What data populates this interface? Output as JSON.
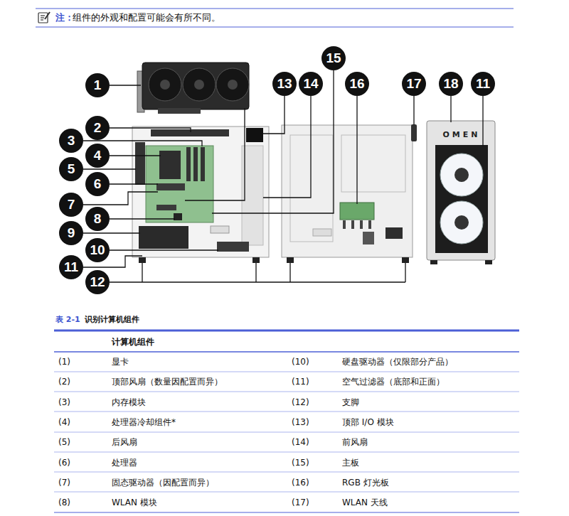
{
  "diagram": {
    "caption": "识别计算机组件",
    "nodes": [
      {
        "text": [
          "1"
        ]
      },
      {
        "text": [
          "2"
        ]
      },
      {
        "text": [
          "3"
        ]
      },
      {
        "text": [
          "4"
        ]
      },
      {
        "text": [
          "5"
        ]
      },
      {
        "text": [
          "6"
        ]
      },
      {
        "text": [
          "7"
        ]
      },
      {
        "text": [
          "8"
        ]
      },
      {
        "text": [
          "9"
        ]
      },
      {
        "text": [
          "10"
        ]
      },
      {
        "text": [
          "11"
        ]
      },
      {
        "text": [
          "12"
        ]
      },
      {
        "text": [
          "15"
        ]
      },
      {
        "text": [
          "13"
        ]
      },
      {
        "text": [
          "14"
        ]
      },
      {
        "text": [
          "16"
        ]
      },
      {
        "text": [
          "17"
        ]
      },
      {
        "text": [
          "18"
        ]
      },
      {
        "text": [
          "11"
        ]
      }
    ],
    "labels": [
      "注：",
      "组件的外观和配置可能会有所不同。",
      "OMEN",
      "表 2-1",
      "计算机组件",
      "(1)",
      "显卡",
      "(10)",
      "硬盘驱动器（仅限部分产品）",
      "(2)",
      "顶部风扇（数量因配置而异）",
      "(11)",
      "空气过滤器（底部和正面）",
      "(3)",
      "内存模块",
      "(12)",
      "支脚",
      "(4)",
      "处理器冷却组件*",
      "(13)",
      "顶部 I/O 模块",
      "(5)",
      "后风扇",
      "(14)",
      "前风扇",
      "(6)",
      "处理器",
      "(15)",
      "主板",
      "(7)",
      "固态驱动器（因配置而异）",
      "(16)",
      "RGB 灯光板",
      "(8)",
      "WLAN 模块",
      "(17)",
      "WLAN 天线"
    ]
  }
}
